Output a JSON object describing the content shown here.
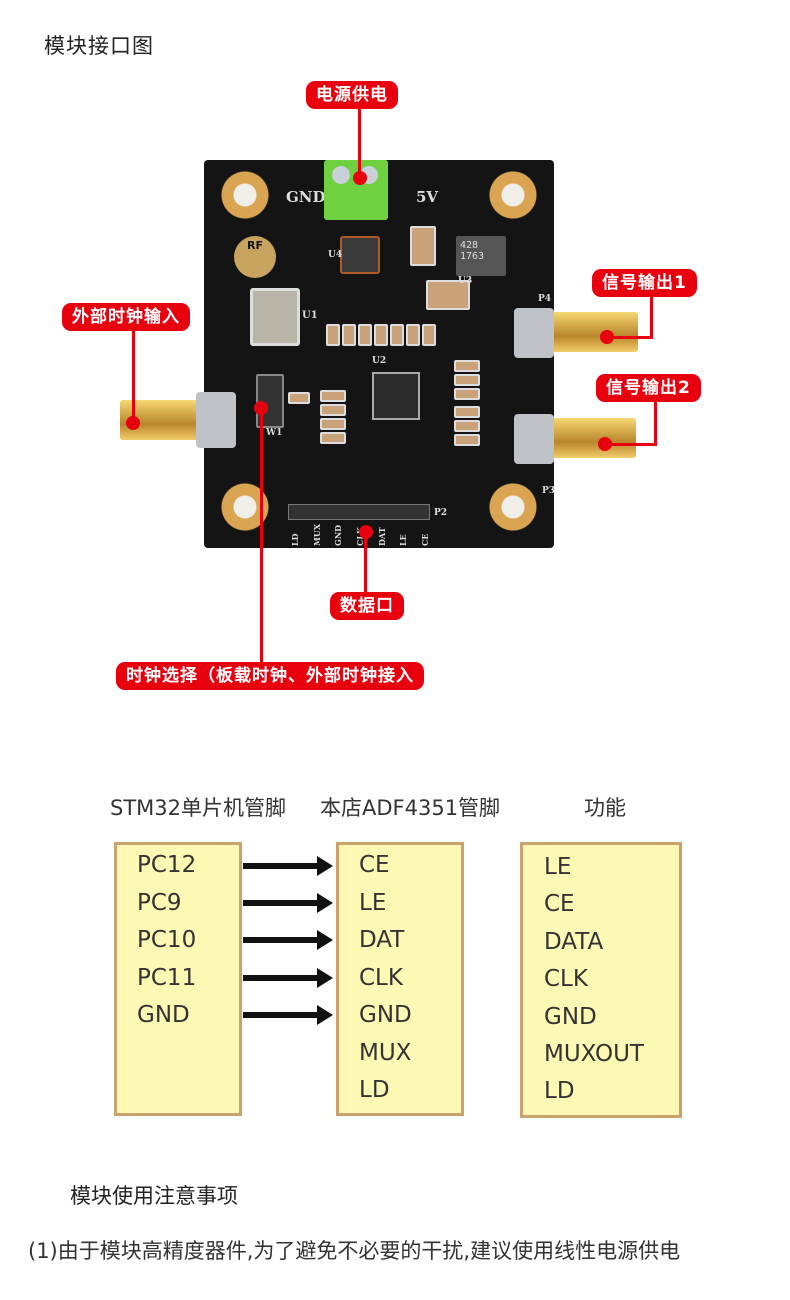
{
  "page": {
    "title": "模块接口图"
  },
  "board": {
    "silkscreen": {
      "gnd": "GND",
      "v5": "5V",
      "u1": "U1",
      "u2": "U2",
      "u3": "U3",
      "u4": "U4",
      "p2": "P2",
      "p3": "P3",
      "p4": "P4",
      "w1": "W1",
      "rf_logo": "RF",
      "ic_marking": "428 1763",
      "header_pins": [
        "LD",
        "MUX",
        "GND",
        "CLK",
        "DAT",
        "LE",
        "CE"
      ]
    }
  },
  "callouts": {
    "power": "电源供电",
    "ext_clock": "外部时钟输入",
    "out1": "信号输出1",
    "out2": "信号输出2",
    "data_port": "数据口",
    "clock_select": "时钟选择（板载时钟、外部时钟接入"
  },
  "colors": {
    "callout_red": "#e8000f",
    "box_fill": "#fdf8b4",
    "box_border": "#c9a36b",
    "pcb_black": "#141414"
  },
  "pinmap": {
    "headers": {
      "mcu": "STM32单片机管脚",
      "module": "本店ADF4351管脚",
      "function": "功能"
    },
    "mcu_pins": [
      "PC12",
      "PC9",
      "PC10",
      "PC11",
      "GND"
    ],
    "module_pins": [
      "CE",
      "LE",
      "DAT",
      "CLK",
      "GND",
      "MUX",
      "LD"
    ],
    "functions": [
      "LE",
      "CE",
      "DATA",
      "CLK",
      "GND",
      "MUXOUT",
      "LD"
    ]
  },
  "notes": {
    "title": "模块使用注意事项",
    "items": [
      "(1)由于模块高精度器件,为了避免不必要的干扰,建议使用线性电源供电"
    ]
  }
}
